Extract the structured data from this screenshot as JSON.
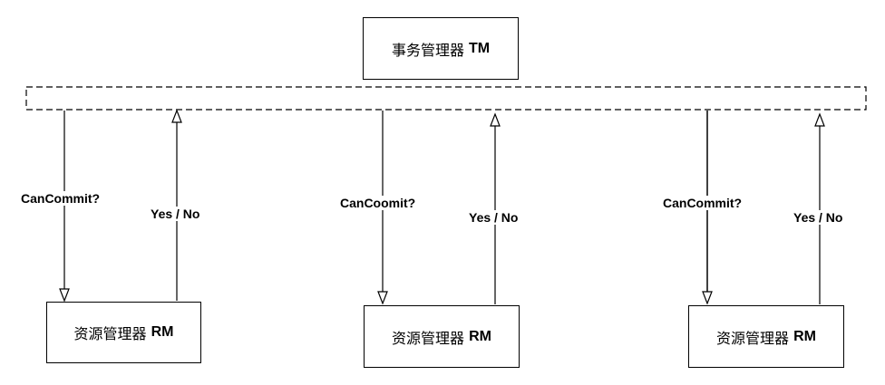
{
  "transaction_manager": {
    "name": "事务管理器",
    "code": "TM"
  },
  "resource_managers": [
    {
      "name": "资源管理器",
      "code": "RM",
      "request_label": "CanCommit?",
      "response_label": "Yes / No"
    },
    {
      "name": "资源管理器",
      "code": "RM",
      "request_label": "CanCoomit?",
      "response_label": "Yes / No"
    },
    {
      "name": "资源管理器",
      "code": "RM",
      "request_label": "CanCommit?",
      "response_label": "Yes / No"
    }
  ],
  "colors": {
    "line": "#000000",
    "background": "#ffffff"
  }
}
